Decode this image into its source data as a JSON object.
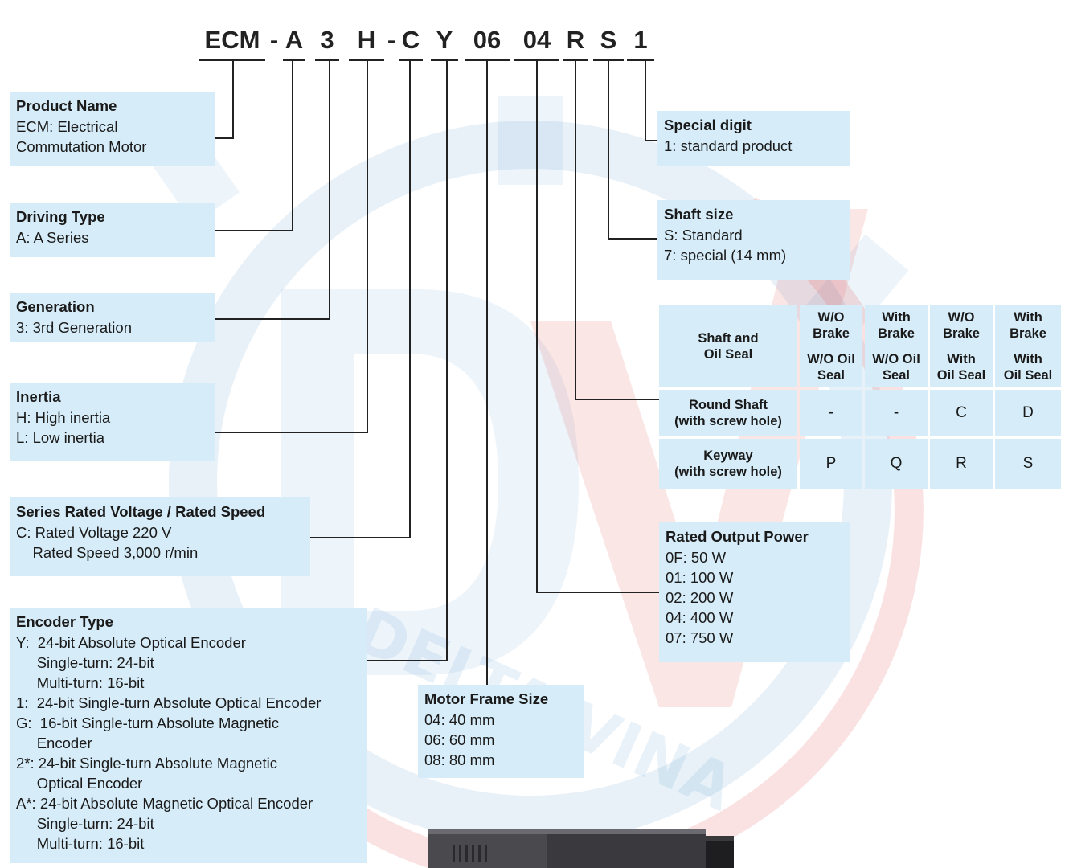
{
  "code_parts": [
    "ECM",
    "-",
    "A",
    "3",
    "H",
    "-",
    "C",
    "Y",
    "06",
    "04",
    "R",
    "S",
    "1"
  ],
  "boxes": {
    "product_name": {
      "title": "Product Name",
      "lines": [
        "ECM: Electrical",
        "Commutation Motor"
      ]
    },
    "driving_type": {
      "title": "Driving Type",
      "lines": [
        "A: A Series"
      ]
    },
    "generation": {
      "title": "Generation",
      "lines": [
        "3: 3rd Generation"
      ]
    },
    "inertia": {
      "title": "Inertia",
      "lines": [
        "H: High inertia",
        "L: Low inertia"
      ]
    },
    "rated_voltage": {
      "title": "Series Rated Voltage /  Rated Speed",
      "lines": [
        "C: Rated Voltage 220 V",
        "    Rated Speed 3,000 r/min"
      ]
    },
    "encoder_type": {
      "title": "Encoder Type",
      "lines": [
        "Y:  24-bit Absolute Optical Encoder",
        "     Single-turn: 24-bit",
        "     Multi-turn: 16-bit",
        "1:  24-bit Single-turn Absolute Optical Encoder",
        "G:  16-bit Single-turn Absolute Magnetic",
        "     Encoder",
        "2*: 24-bit Single-turn Absolute Magnetic",
        "     Optical Encoder",
        "A*: 24-bit Absolute Magnetic Optical Encoder",
        "     Single-turn: 24-bit",
        "     Multi-turn: 16-bit"
      ]
    },
    "motor_frame": {
      "title": "Motor Frame Size",
      "lines": [
        "04: 40 mm",
        "06: 60 mm",
        "08: 80 mm"
      ]
    },
    "special_digit": {
      "title": "Special digit",
      "lines": [
        "1: standard product"
      ]
    },
    "shaft_size": {
      "title": "Shaft size",
      "lines": [
        "S: Standard",
        "7: special (14 mm)"
      ]
    },
    "rated_output": {
      "title": "Rated Output Power",
      "lines": [
        "0F: 50 W",
        "01: 100 W",
        "02: 200 W",
        "04: 400 W",
        "07: 750 W"
      ]
    }
  },
  "shaft_table": {
    "corner": "Shaft and\nOil Seal",
    "columns": [
      {
        "top": "W/O\nBrake",
        "bottom": "W/O Oil\nSeal"
      },
      {
        "top": "With\nBrake",
        "bottom": "W/O Oil\nSeal"
      },
      {
        "top": "W/O\nBrake",
        "bottom": "With\nOil Seal"
      },
      {
        "top": "With\nBrake",
        "bottom": "With\nOil Seal"
      }
    ],
    "rows": [
      {
        "label": "Round Shaft\n(with screw hole)",
        "values": [
          "-",
          "-",
          "C",
          "D"
        ]
      },
      {
        "label": "Keyway\n(with screw hole)",
        "values": [
          "P",
          "Q",
          "R",
          "S"
        ]
      }
    ]
  },
  "watermark": "DELTA VINA",
  "colors": {
    "box_bg": "#d6ecf8",
    "line": "#222222",
    "watermark_blue": "#4a90c8",
    "watermark_red": "#e03030"
  }
}
